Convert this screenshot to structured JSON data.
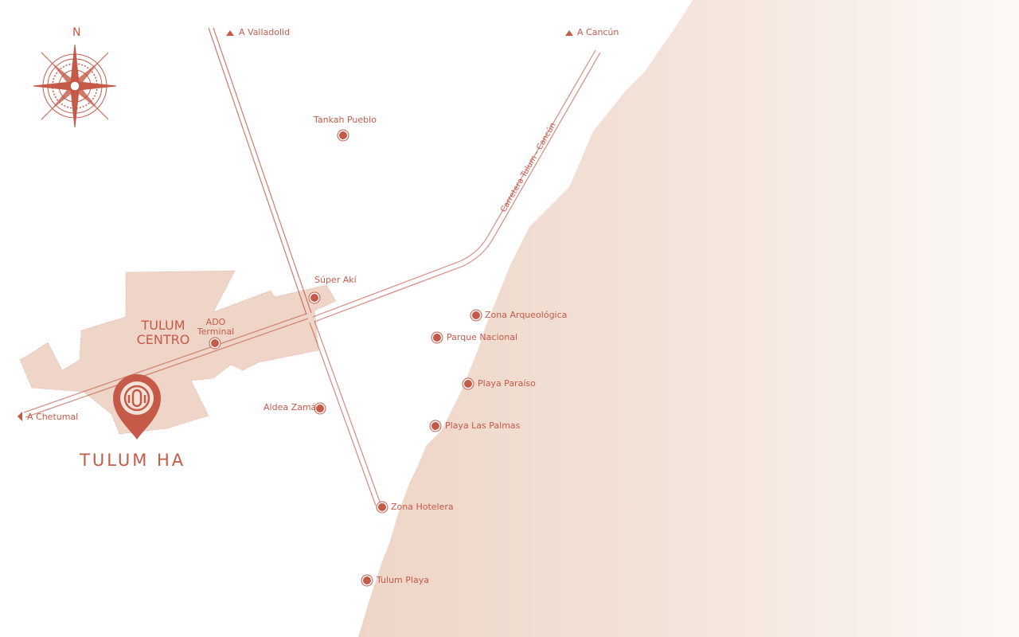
{
  "colors": {
    "accent": "#c55a48",
    "land": "#eed5c7",
    "sea_fade": "#fbf8f6"
  },
  "compass": {
    "north_label": "N"
  },
  "directions": {
    "valladolid": "A Valladolid",
    "cancun": "A Cancún",
    "chetumal": "A Chetumal"
  },
  "road_label": "Carretera Tulum - Cancún",
  "town": {
    "line1": "TULUM",
    "line2": "CENTRO"
  },
  "brand": {
    "name": "TULUM HA"
  },
  "places": {
    "tankah": "Tankah Pueblo",
    "super_aki": "Súper Akí",
    "ado_line1": "ADO",
    "ado_line2": "Terminal",
    "zona_arq": "Zona Arqueológica",
    "parque": "Parque Nacional",
    "paraiso": "Playa Paraíso",
    "palmas": "Playa Las Palmas",
    "aldea": "Aldea Zamá",
    "hotelera": "Zona Hotelera",
    "tulum_playa": "Tulum Playa"
  }
}
